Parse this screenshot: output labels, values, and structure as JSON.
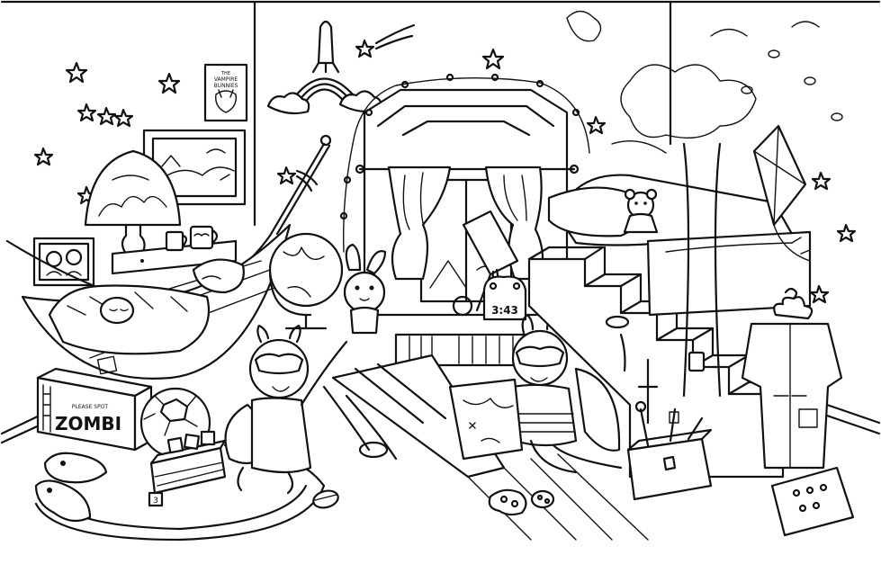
{
  "poster": {
    "line1": "THE",
    "line2": "VAMPIRE",
    "line3": "BUNNIES"
  },
  "clock": {
    "time": "3:43"
  },
  "game_box": {
    "word": "ZOMBI",
    "small_text": "PLEASE SPOT"
  },
  "dice": {
    "face": "3"
  },
  "colors": {
    "ink": "#111111",
    "paper": "#ffffff"
  }
}
